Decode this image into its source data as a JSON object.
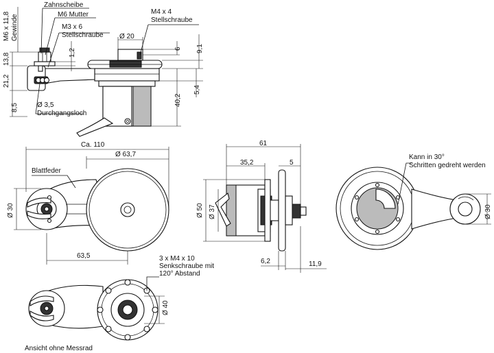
{
  "labels": {
    "zahnscheibe": "Zahnscheibe",
    "m6_mutter": "M6 Mutter",
    "m3x6": "M3 x 6",
    "stellschraube_1": "Stellschraube",
    "m4x4": "M4 x 4",
    "stellschraube_2": "Stellschraube",
    "m6x118": "M6 x 11,8",
    "gewinde": "Gewinde",
    "d35": "Ø 3,5",
    "durchgangsloch": "Durchgangsloch",
    "blattfeder": "Blattfeder",
    "kann_line1": "Kann in 30°",
    "kann_line2": "Schritten gedreht werden",
    "m4x10_line1": "3 x M4 x 10",
    "m4x10_line2": "Senkschraube mit",
    "m4x10_line3": "120° Abstand",
    "ansicht": "Ansicht ohne Messrad"
  },
  "dims": {
    "d20": "Ø 20",
    "six": "6",
    "ninepointone": "9,1",
    "onepointtwo": "1,2",
    "thirteeneight": "13,8",
    "twentyonetwo": "21,2",
    "eightfive": "8,5",
    "fortytwo": "40,2",
    "fivefour": "5,4",
    "ca110": "Ca. 110",
    "d637": "Ø 63,7",
    "d30_left": "Ø 30",
    "sixtythreefive": "63,5",
    "sixtyone": "61",
    "thirtyfivetwo": "35,2",
    "five": "5",
    "d50": "Ø 50",
    "d37": "Ø 37",
    "sixtwo": "6,2",
    "elevennine": "11,9",
    "d30_right": "Ø 30",
    "d40": "Ø 40"
  }
}
